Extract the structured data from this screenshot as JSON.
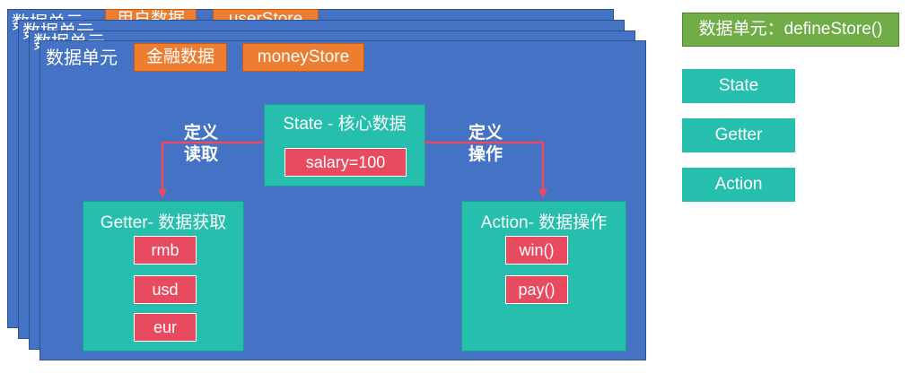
{
  "cards": {
    "back_1_label": "数据单元",
    "back_1_tag": "用户数据",
    "back_1_store": "userStore",
    "back_2_label": "数据单元",
    "back_3_label": "数据单元",
    "front_label": "数据单元",
    "front_tag": "金融数据",
    "front_store": "moneyStore"
  },
  "state": {
    "title": "State - 核心数据",
    "value": "salary=100"
  },
  "verbs": {
    "left": [
      "定义",
      "读取"
    ],
    "right": [
      "定义",
      "操作"
    ]
  },
  "getter": {
    "title": "Getter- 数据获取",
    "items": [
      "rmb",
      "usd",
      "eur"
    ]
  },
  "action": {
    "title": "Action- 数据操作",
    "items": [
      "win()",
      "pay()"
    ]
  },
  "legend": {
    "header": "数据单元：defineStore()",
    "items": [
      "State",
      "Getter",
      "Action"
    ]
  },
  "colors": {
    "card_blue": "#4472c4",
    "tag_orange": "#ed7d31",
    "teal": "#26bfae",
    "pill_red": "#e84a5f",
    "legend_green": "#70ad47",
    "arrow_red": "#e84a5f"
  }
}
